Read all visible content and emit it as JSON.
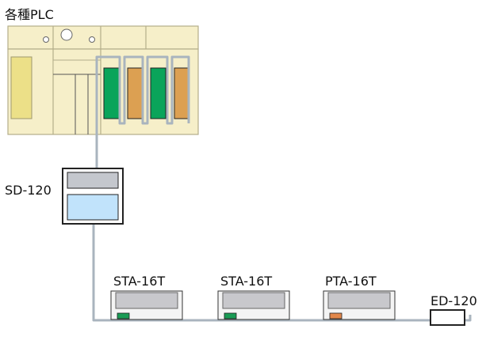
{
  "plc": {
    "label": "各種PLC"
  },
  "converter": {
    "label": "SD-120"
  },
  "terminals": [
    {
      "label": "STA-16T",
      "led_color": "#1a9b55"
    },
    {
      "label": "STA-16T",
      "led_color": "#1a9b55"
    },
    {
      "label": "PTA-16T",
      "led_color": "#e2874a"
    }
  ],
  "end_unit": {
    "label": "ED-120"
  },
  "colors": {
    "plc_body": "#f6efc9",
    "plc_outline": "#b3ad8a",
    "plc_slot": "#ece088",
    "module_green": "#0aa45a",
    "module_orange": "#dca052",
    "cable": "#a9b4be",
    "converter_top": "#c4c7cd",
    "converter_bottom": "#c1e3fb",
    "terminal_body": "#f4f4f4",
    "terminal_panel": "#c8c8cc"
  }
}
